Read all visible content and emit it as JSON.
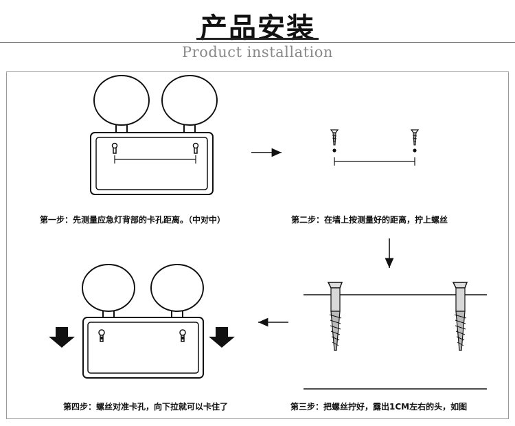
{
  "header": {
    "title": "产品安装",
    "subtitle": "Product installation"
  },
  "steps": [
    {
      "caption": "第一步：先测量应急灯背部的卡孔距离。（中对中）"
    },
    {
      "caption": "第二步：在墙上按测量好的距离，拧上螺丝"
    },
    {
      "caption": "第三步：把螺丝拧好，露出1CM左右的头，如图"
    },
    {
      "caption": "第四步：螺丝对准卡孔，向下拉就可以卡住了"
    }
  ]
}
